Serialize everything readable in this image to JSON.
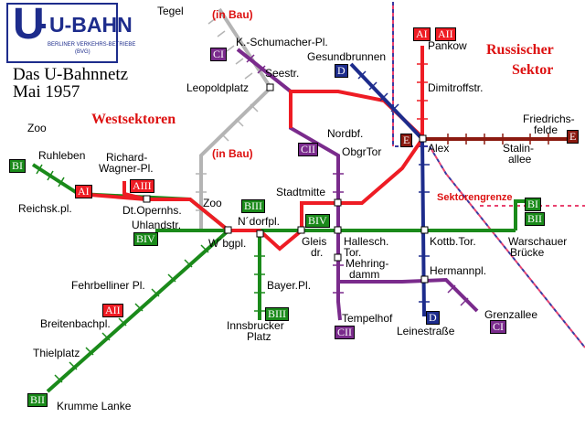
{
  "logo": {
    "u_bahn": "U-BAHN",
    "sub1": "BERLINER VERKEHRS-BETRIEBE",
    "sub2": "(BVG)"
  },
  "title": {
    "line1": "Das U-Bahnnetz",
    "line2": "Mai 1957"
  },
  "sectors": {
    "west": "Westsektoren",
    "russian_1": "Russischer",
    "russian_2": "Sektor",
    "border": "Sektorengrenze"
  },
  "construction": {
    "tegel": "(in Bau)",
    "zoo": "(in Bau)"
  },
  "stations": {
    "tegel": "Tegel",
    "schumacher": "K.-Schumacher-Pl.",
    "seestr": "Seestr.",
    "leopoldplatz": "Leopoldplatz",
    "gesundbrunnen": "Gesundbrunnen",
    "pankow": "Pankow",
    "dimitroff": "Dimitroffstr.",
    "nordbf": "Nordbf.",
    "obgrtor": "ObgrTor",
    "alex": "Alex",
    "friedrichsfelde_1": "Friedrichs-",
    "friedrichsfelde_2": "felde",
    "stalinallee_1": "Stalin-",
    "stalinallee_2": "allee",
    "zoo_top": "Zoo",
    "ruhleben": "Ruhleben",
    "richard_wagner_1": "Richard-",
    "richard_wagner_2": "Wagner-Pl.",
    "reichskpl": "Reichsk.pl.",
    "dt_opernhs": "Dt.Opernhs.",
    "uhlandstr": "Uhlandstr.",
    "zoo": "Zoo",
    "stadtmitte": "Stadtmitte",
    "ndorfpl": "N´dorfpl.",
    "wbgpl": "W´bgpl.",
    "gleisdr_1": "Gleis",
    "gleisdr_2": "dr.",
    "hallesch_1": "Hallesch.",
    "hallesch_2": "Tor.",
    "mehring_1": "Mehring-",
    "mehring_2": "damm",
    "kottbtor": "Kottb.Tor.",
    "warschauer_1": "Warschauer",
    "warschauer_2": "Brücke",
    "fehrbelliner": "Fehrbelliner Pl.",
    "bayerpl": "Bayer.Pl.",
    "hermannpl": "Hermannpl.",
    "breitenbach": "Breitenbachpl.",
    "grenzallee": "Grenzallee",
    "tempelhof": "Tempelhof",
    "innsbrucker_1": "Innsbrucker",
    "innsbrucker_2": "Platz",
    "leinestr": "Leinestraße",
    "thielplatz": "Thielplatz",
    "krumme_lanke": "Krumme Lanke"
  },
  "badges": {
    "ci_top": "CI",
    "d_top": "D",
    "ai_pankow": "AI",
    "aii_pankow": "AII",
    "e_alex": "E",
    "e_right": "E",
    "cii_top": "CII",
    "bi_left": "BI",
    "ai_left": "AI",
    "aiii": "AIII",
    "biii_top": "BIII",
    "biv_center": "BIV",
    "biv_left": "BIV",
    "bi_right": "BI",
    "bii_right": "BII",
    "aii_left": "AII",
    "biii_bottom": "BIII",
    "cii_bottom": "CII",
    "d_bottom": "D",
    "ci_bottom": "CI",
    "bii_left": "BII"
  },
  "colors": {
    "red": "#ee1c24",
    "green": "#1a8a1a",
    "purple": "#7a2b8c",
    "navy": "#1d2c8c",
    "maroon": "#8b1a10",
    "gray": "#b4b4b4",
    "sector_red": "#dd1111",
    "border_pink": "#e8426f",
    "border_blue": "#3a3aa0"
  }
}
